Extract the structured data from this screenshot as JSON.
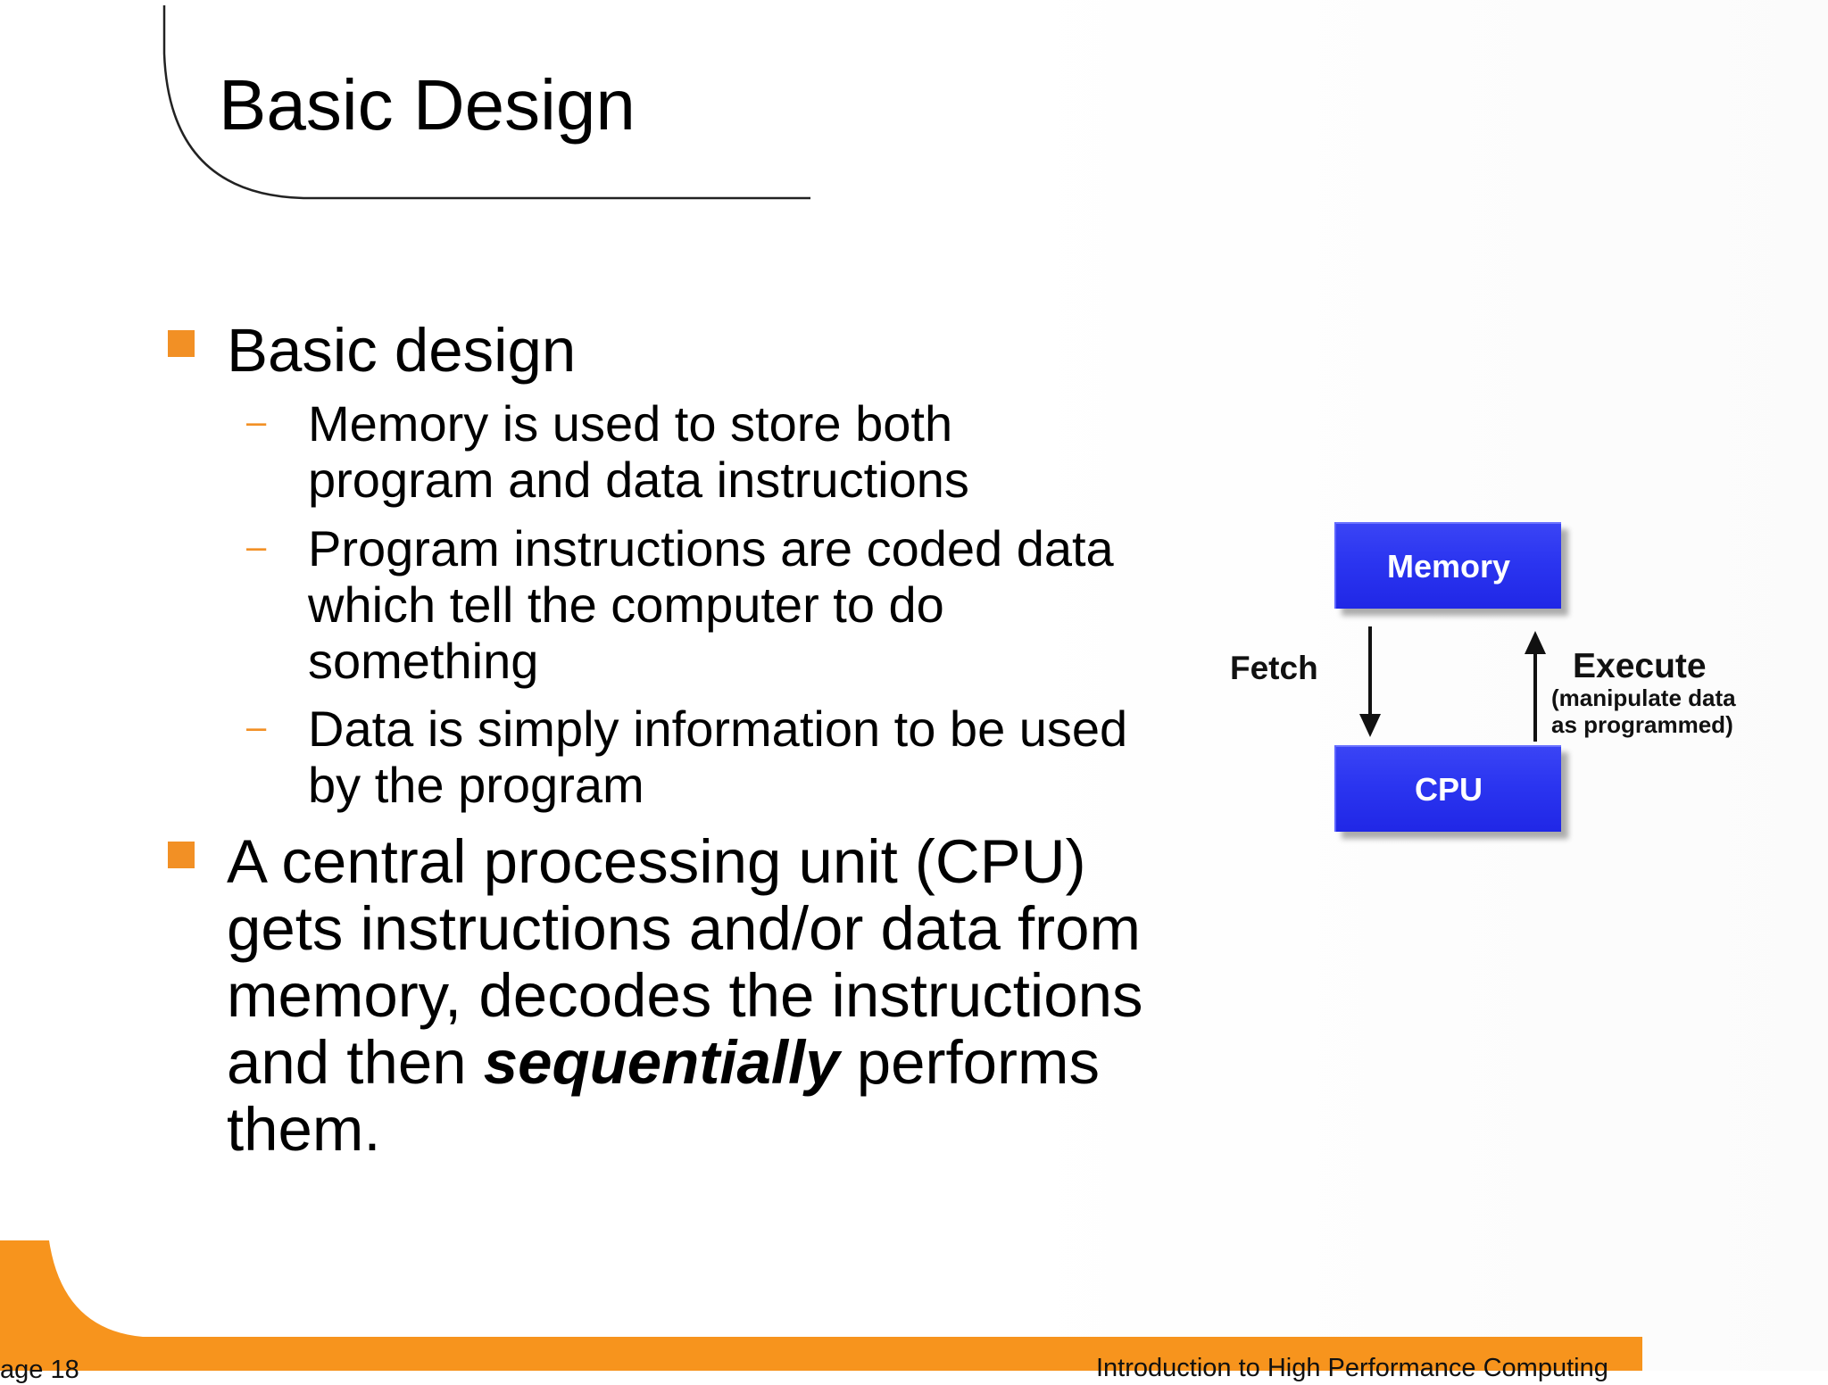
{
  "slide": {
    "title": "Basic Design",
    "bullets": {
      "b1": "Basic design",
      "b1_subs": [
        [
          "Memory is used to store both",
          "program and data instructions"
        ],
        [
          "Program instructions are coded data",
          "which tell the computer to do",
          "something"
        ],
        [
          "Data is simply information to be used",
          "by the program"
        ]
      ],
      "b2_lines": [
        "A central processing unit (CPU)",
        "gets instructions and/or data from",
        "memory, decodes the instructions"
      ],
      "b2_line4_pre": "and then ",
      "b2_line4_em": "sequentially",
      "b2_line4_post": " performs",
      "b2_line5": "them."
    },
    "dash_glyph": "–"
  },
  "diagram": {
    "memory_label": "Memory",
    "cpu_label": "CPU",
    "fetch_label": "Fetch",
    "execute_label": "Execute",
    "execute_note_1": "(manipulate data",
    "execute_note_2": "as programmed)",
    "box_color": "#2b35f0"
  },
  "footer": {
    "page_label": "age 18",
    "course_title": "Introduction to High Performance Computing",
    "band_color": "#f7941d"
  }
}
